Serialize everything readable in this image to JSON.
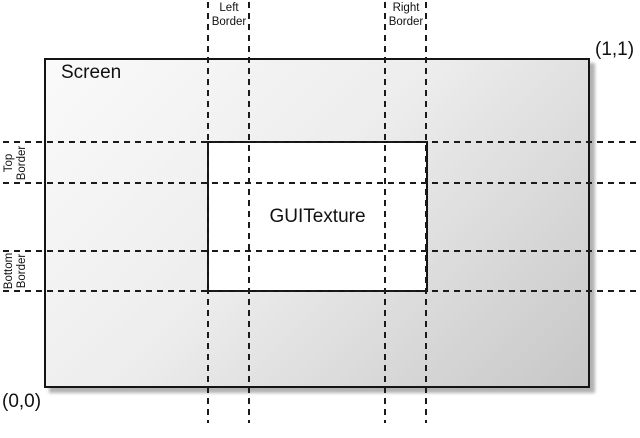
{
  "diagram": {
    "labels": {
      "screen": "Screen",
      "guitexture": "GUITexture",
      "coord_top_right": "(1,1)",
      "coord_bottom_left": "(0,0)"
    },
    "borders": {
      "left": [
        "Left",
        "Border"
      ],
      "right": [
        "Right",
        "Border"
      ],
      "top": [
        "Top",
        "Border"
      ],
      "bottom": [
        "Bottom",
        "Border"
      ]
    },
    "colors": {
      "screen_gradient_start": "#fafafa",
      "screen_gradient_end": "#c7c7c7",
      "texture_fill": "#ffffff",
      "line": "#1a1a1a",
      "background": "#ffffff"
    }
  }
}
